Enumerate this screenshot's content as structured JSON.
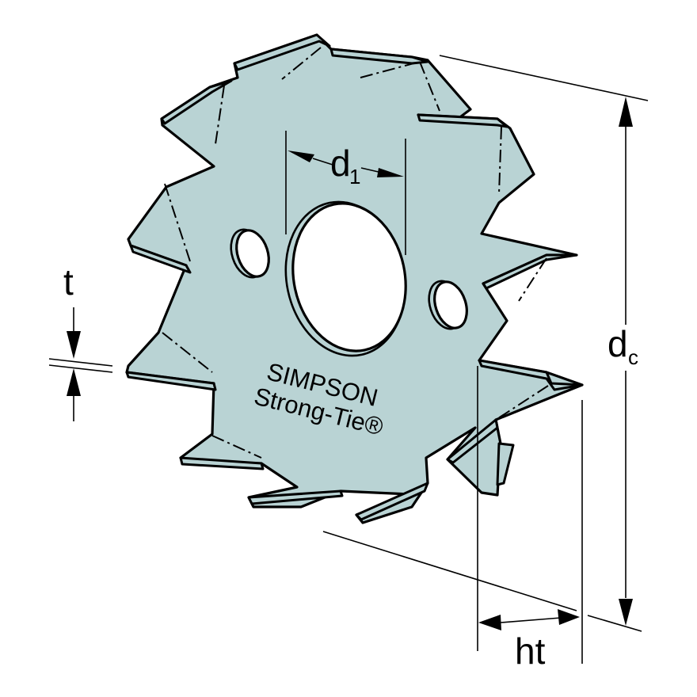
{
  "figure": {
    "subject": "Toothed shear plate connector",
    "plate_color": "#b9d3d4",
    "outline_color": "#000000",
    "background_color": "#ffffff"
  },
  "branding": {
    "line1": "SIMPSON",
    "line2": "Strong-Tie®"
  },
  "dimensions": {
    "d1": {
      "main": "d",
      "sub": "1"
    },
    "dc": {
      "main": "d",
      "sub": "c"
    },
    "t": {
      "main": "t"
    },
    "ht": {
      "main": "ht"
    }
  }
}
